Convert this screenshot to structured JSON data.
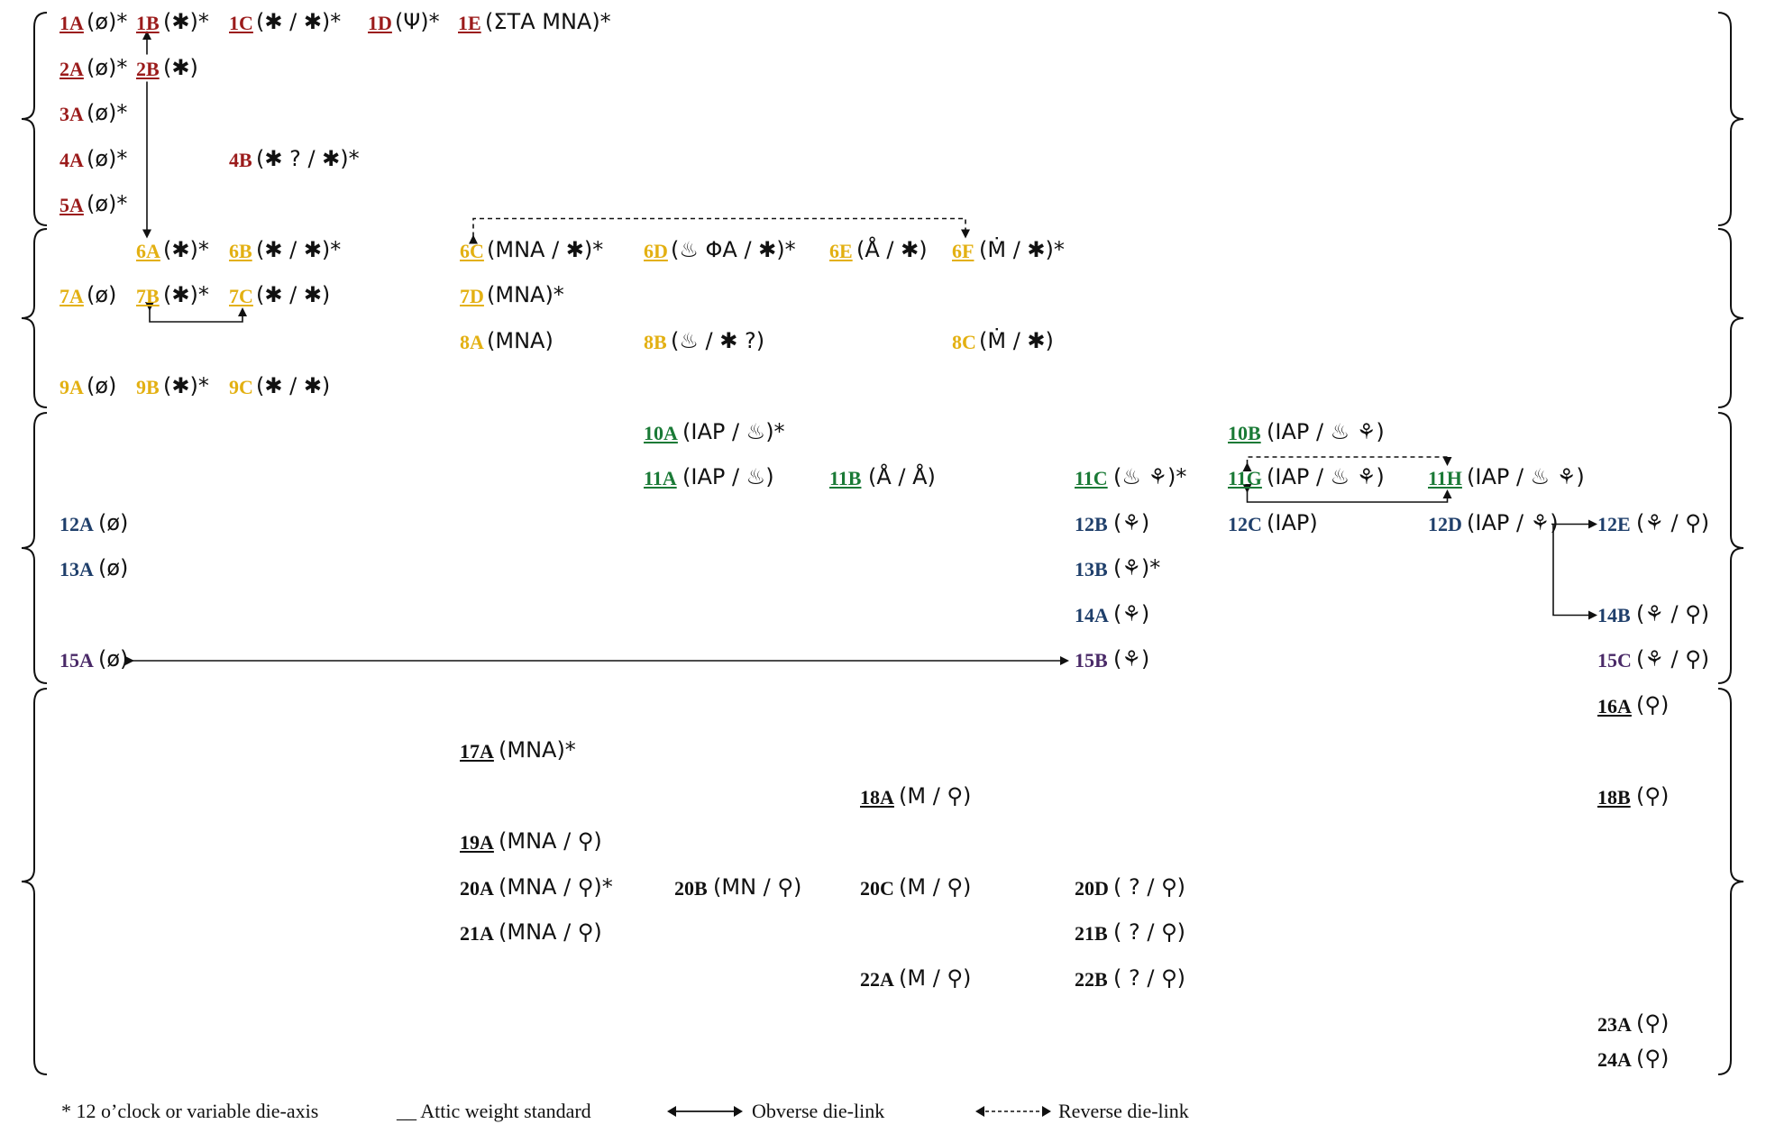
{
  "colors": {
    "red": "#9b1b1b",
    "yellow": "#e3b012",
    "green": "#1a7a36",
    "blue": "#1f3f6b",
    "purple": "#4a2a68",
    "black": "#111111"
  },
  "dies": [
    {
      "id": "1A",
      "desc": "(ø)*",
      "group": "red",
      "attic": true
    },
    {
      "id": "1B",
      "desc": "(✱)*",
      "group": "red",
      "attic": true
    },
    {
      "id": "1C",
      "desc": "(✱ / ✱)*",
      "group": "red",
      "attic": true
    },
    {
      "id": "1D",
      "desc": "(Ψ)*",
      "group": "red",
      "attic": true
    },
    {
      "id": "1E",
      "desc": "(ΣΤΑ ΜΝΑ)*",
      "group": "red",
      "attic": true
    },
    {
      "id": "2A",
      "desc": "(ø)*",
      "group": "red",
      "attic": true
    },
    {
      "id": "2B",
      "desc": "(✱)",
      "group": "red",
      "attic": true
    },
    {
      "id": "3A",
      "desc": "(ø)*",
      "group": "red",
      "attic": false
    },
    {
      "id": "4A",
      "desc": "(ø)*",
      "group": "red",
      "attic": false
    },
    {
      "id": "4B",
      "desc": "(✱ ? / ✱)*",
      "group": "red",
      "attic": false
    },
    {
      "id": "5A",
      "desc": "(ø)*",
      "group": "red",
      "attic": true
    },
    {
      "id": "6A",
      "desc": "(✱)*",
      "group": "yellow",
      "attic": true
    },
    {
      "id": "6B",
      "desc": "(✱ / ✱)*",
      "group": "yellow",
      "attic": true
    },
    {
      "id": "6C",
      "desc": "(ΜΝΑ / ✱)*",
      "group": "yellow",
      "attic": true
    },
    {
      "id": "6D",
      "desc": "(♨ ΦΑ / ✱)*",
      "group": "yellow",
      "attic": true
    },
    {
      "id": "6E",
      "desc": "(Å / ✱)",
      "group": "yellow",
      "attic": true
    },
    {
      "id": "6F",
      "desc": "(Ṁ / ✱)*",
      "group": "yellow",
      "attic": true
    },
    {
      "id": "7A",
      "desc": "(ø)",
      "group": "yellow",
      "attic": true
    },
    {
      "id": "7B",
      "desc": "(✱)*",
      "group": "yellow",
      "attic": true
    },
    {
      "id": "7C",
      "desc": "(✱ / ✱)",
      "group": "yellow",
      "attic": true
    },
    {
      "id": "7D",
      "desc": "(ΜΝΑ)*",
      "group": "yellow",
      "attic": true
    },
    {
      "id": "8A",
      "desc": "(ΜΝΑ)",
      "group": "yellow",
      "attic": false
    },
    {
      "id": "8B",
      "desc": "(♨ / ✱ ?)",
      "group": "yellow",
      "attic": false
    },
    {
      "id": "8C",
      "desc": "(Ṁ / ✱)",
      "group": "yellow",
      "attic": false
    },
    {
      "id": "9A",
      "desc": "(ø)",
      "group": "yellow",
      "attic": false
    },
    {
      "id": "9B",
      "desc": "(✱)*",
      "group": "yellow",
      "attic": false
    },
    {
      "id": "9C",
      "desc": "(✱ / ✱)",
      "group": "yellow",
      "attic": false
    },
    {
      "id": "10A",
      "desc": "(ΙΑΡ / ♨)*",
      "group": "green",
      "attic": true
    },
    {
      "id": "10B",
      "desc": "(ΙΑΡ / ♨ ⚘)",
      "group": "green",
      "attic": true
    },
    {
      "id": "11A",
      "desc": "(ΙΑΡ / ♨)",
      "group": "green",
      "attic": true
    },
    {
      "id": "11B",
      "desc": "(Å / Å)",
      "group": "green",
      "attic": true
    },
    {
      "id": "11C",
      "desc": "(♨ ⚘)*",
      "group": "green",
      "attic": true
    },
    {
      "id": "11G",
      "desc": "(ΙΑΡ / ♨ ⚘)",
      "group": "green",
      "attic": true
    },
    {
      "id": "11H",
      "desc": "(ΙΑΡ / ♨ ⚘)",
      "group": "green",
      "attic": true
    },
    {
      "id": "12A",
      "desc": "(ø)",
      "group": "blue",
      "attic": false
    },
    {
      "id": "12B",
      "desc": "(⚘)",
      "group": "blue",
      "attic": false
    },
    {
      "id": "12C",
      "desc": "(ΙΑΡ)",
      "group": "blue",
      "attic": false
    },
    {
      "id": "12D",
      "desc": "(ΙΑΡ / ⚘)",
      "group": "blue",
      "attic": false
    },
    {
      "id": "12E",
      "desc": "(⚘ / ⚲)",
      "group": "blue",
      "attic": false
    },
    {
      "id": "13A",
      "desc": "(ø)",
      "group": "blue",
      "attic": false
    },
    {
      "id": "13B",
      "desc": "(⚘)*",
      "group": "blue",
      "attic": false
    },
    {
      "id": "14A",
      "desc": "(⚘)",
      "group": "blue",
      "attic": false
    },
    {
      "id": "14B",
      "desc": "(⚘ / ⚲)",
      "group": "blue",
      "attic": false
    },
    {
      "id": "15A",
      "desc": "(ø)",
      "group": "purple",
      "attic": false
    },
    {
      "id": "15B",
      "desc": "(⚘)",
      "group": "purple",
      "attic": false
    },
    {
      "id": "15C",
      "desc": "(⚘ / ⚲)",
      "group": "purple",
      "attic": false
    },
    {
      "id": "16A",
      "desc": "(⚲)",
      "group": "black",
      "attic": true
    },
    {
      "id": "17A",
      "desc": "(ΜΝΑ)*",
      "group": "black",
      "attic": true
    },
    {
      "id": "18A",
      "desc": "(Μ / ⚲)",
      "group": "black",
      "attic": true
    },
    {
      "id": "18B",
      "desc": "(⚲)",
      "group": "black",
      "attic": true
    },
    {
      "id": "19A",
      "desc": "(ΜΝΑ / ⚲)",
      "group": "black",
      "attic": true
    },
    {
      "id": "20A",
      "desc": "(ΜΝΑ / ⚲)*",
      "group": "black",
      "attic": false
    },
    {
      "id": "20B",
      "desc": "(ΜΝ / ⚲)",
      "group": "black",
      "attic": false
    },
    {
      "id": "20C",
      "desc": "(Μ / ⚲)",
      "group": "black",
      "attic": false
    },
    {
      "id": "20D",
      "desc": "( ? / ⚲)",
      "group": "black",
      "attic": false
    },
    {
      "id": "21A",
      "desc": "(ΜΝΑ / ⚲)",
      "group": "black",
      "attic": false
    },
    {
      "id": "21B",
      "desc": "( ? / ⚲)",
      "group": "black",
      "attic": false
    },
    {
      "id": "22A",
      "desc": "(Μ / ⚲)",
      "group": "black",
      "attic": false
    },
    {
      "id": "22B",
      "desc": "( ? / ⚲)",
      "group": "black",
      "attic": false
    },
    {
      "id": "23A",
      "desc": "(⚲)",
      "group": "black",
      "attic": false
    },
    {
      "id": "24A",
      "desc": "(⚲)",
      "group": "black",
      "attic": false
    }
  ],
  "links": [
    {
      "from": "2B",
      "to": "1B",
      "type": "obverse-single"
    },
    {
      "from": "2B",
      "to": "6A",
      "type": "obverse-single"
    },
    {
      "from": "7B",
      "to": "7C",
      "type": "obverse"
    },
    {
      "from": "6C",
      "to": "6F",
      "type": "reverse"
    },
    {
      "from": "10B",
      "to": "11G",
      "type": "reverse"
    },
    {
      "from": "10B",
      "to": "11H",
      "type": "reverse"
    },
    {
      "from": "12C",
      "to": "11G",
      "type": "obverse"
    },
    {
      "from": "12C",
      "to": "11H",
      "type": "obverse"
    },
    {
      "from": "12D",
      "to": "12E",
      "type": "obverse-single"
    },
    {
      "from": "12D",
      "to": "14B",
      "type": "obverse-single"
    },
    {
      "from": "15A",
      "to": "15B",
      "type": "obverse"
    }
  ],
  "legend": {
    "die_axis": "* 12 o’clock or variable die-axis",
    "attic": "__ Attic weight standard",
    "obverse": "Obverse die-link",
    "reverse": "Reverse die-link"
  }
}
